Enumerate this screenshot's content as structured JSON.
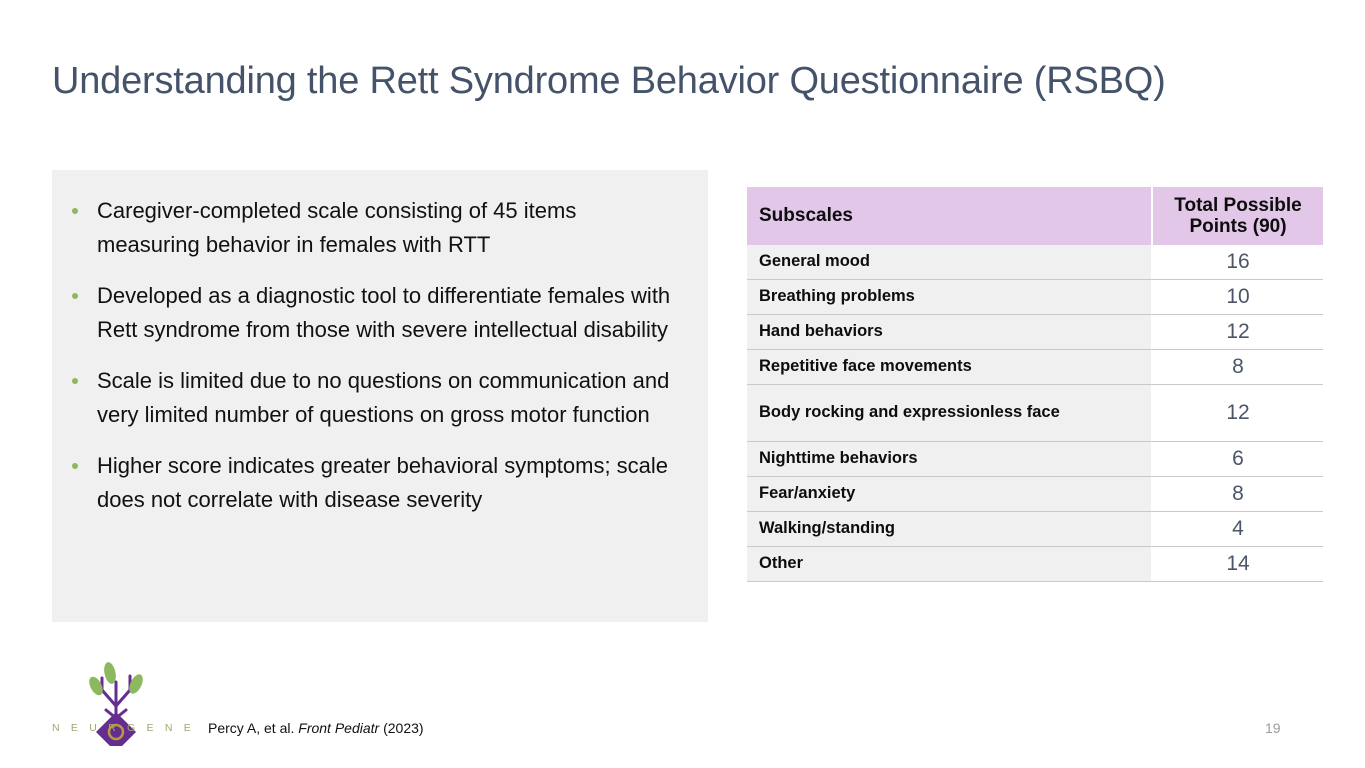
{
  "slide": {
    "title": "Understanding the Rett Syndrome Behavior Questionnaire (RSBQ)",
    "page_number": "19",
    "accent_colors": {
      "title_text": "#44536a",
      "bullet_dot_green": "#8cb85f",
      "table_header_purple": "#e2c7e8",
      "panel_gray": "#f0f0f0",
      "value_text_slate": "#4a5668",
      "logo_purple": "#662d91",
      "logo_green": "#8cb85f",
      "wordmark_olive": "#9aab6b"
    }
  },
  "left_panel": {
    "bullets": [
      "Caregiver-completed scale consisting of 45 items measuring behavior in females with RTT",
      "Developed as a diagnostic tool to differentiate females with Rett syndrome from those with severe intellectual disability",
      "Scale is limited due to no questions on communication and very limited number of questions on gross motor function",
      "Higher score indicates greater behavioral symptoms; scale does not correlate with disease severity"
    ]
  },
  "table": {
    "headers": {
      "subscales": "Subscales",
      "points": "Total Possible\nPoints (90)",
      "points_line1": "Total Possible",
      "points_line2": "Points (90)"
    },
    "rows": [
      {
        "label": "General mood",
        "value": "16",
        "tall": false
      },
      {
        "label": "Breathing problems",
        "value": "10",
        "tall": false
      },
      {
        "label": "Hand behaviors",
        "value": "12",
        "tall": false
      },
      {
        "label": "Repetitive face movements",
        "value": "8",
        "tall": false
      },
      {
        "label": "Body rocking and expressionless face",
        "value": "12",
        "tall": true
      },
      {
        "label": "Nighttime behaviors",
        "value": "6",
        "tall": false
      },
      {
        "label": "Fear/anxiety",
        "value": "8",
        "tall": false
      },
      {
        "label": "Walking/standing",
        "value": "4",
        "tall": false
      },
      {
        "label": "Other",
        "value": "14",
        "tall": false
      }
    ]
  },
  "footer": {
    "logo_wordmark": "N E U R       G E N E",
    "citation_prefix": "Percy A, et al. ",
    "citation_italic": "Front Pediatr",
    "citation_suffix": " (2023)"
  }
}
